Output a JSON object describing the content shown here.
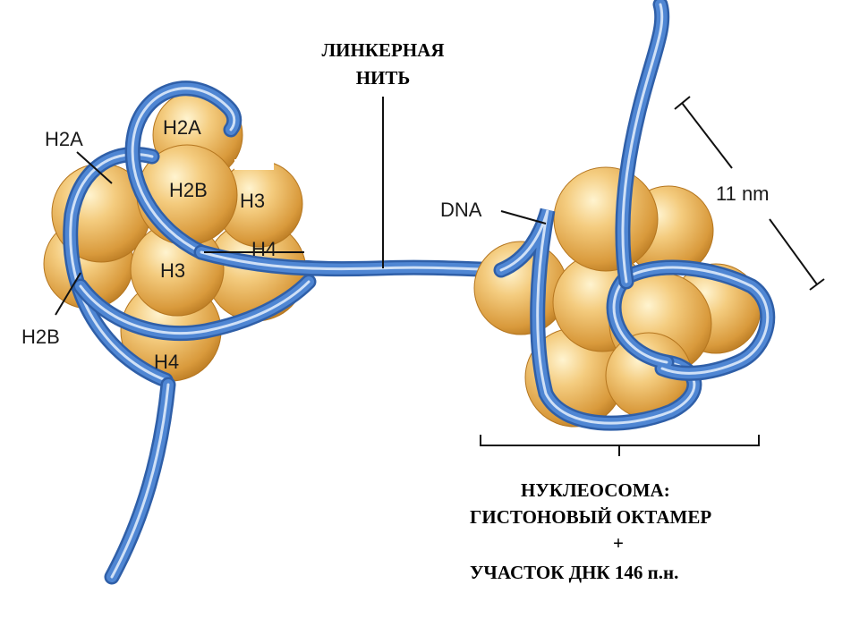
{
  "labels": {
    "linker_line1": "ЛИНКЕРНАЯ",
    "linker_line2": "НИТЬ",
    "h2a_outer": "H2A",
    "h2b_outer": "H2B",
    "h2a_inner": "H2A",
    "h2b_inner": "H2B",
    "h3_upper": "H3",
    "h4_inner": "H4",
    "h3_lower": "H3",
    "h4_lower": "H4",
    "dna": "DNA",
    "scale": "11 nm",
    "nucleosome_title": "НУКЛЕОСОМА:",
    "nucleosome_line2": "ГИСТОНОВЫЙ  ОКТАМЕР",
    "nucleosome_plus": "+",
    "nucleosome_line4": "УЧАСТОК  ДНК  146 п.н."
  },
  "colors": {
    "histone_light": "#fbe3a6",
    "histone_mid": "#e8b15a",
    "histone_dark": "#b8781f",
    "dna_blue": "#4f86d3",
    "dna_highlight": "#cfe0f6",
    "dna_edge": "#2f5fa8"
  }
}
